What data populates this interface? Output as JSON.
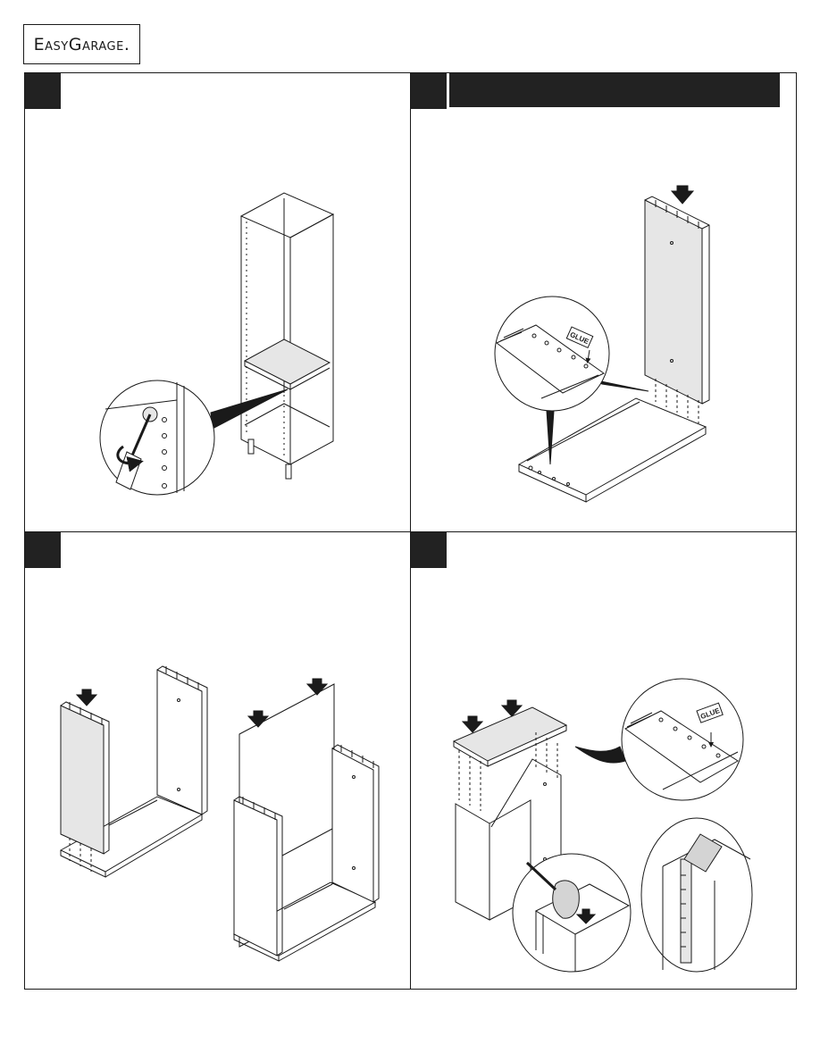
{
  "brand": {
    "name": "EasyGarage",
    "trademark": "."
  },
  "panels": [
    {
      "id": "step-a",
      "callout": "screwdriver-detail"
    },
    {
      "id": "step-b",
      "callout_label": "GLUE"
    },
    {
      "id": "step-c"
    },
    {
      "id": "step-d",
      "callout_label": "GLUE"
    }
  ],
  "colors": {
    "ink": "#1a1a1a",
    "step_box": "#222222",
    "panel_fill": "#e6e6e6"
  }
}
